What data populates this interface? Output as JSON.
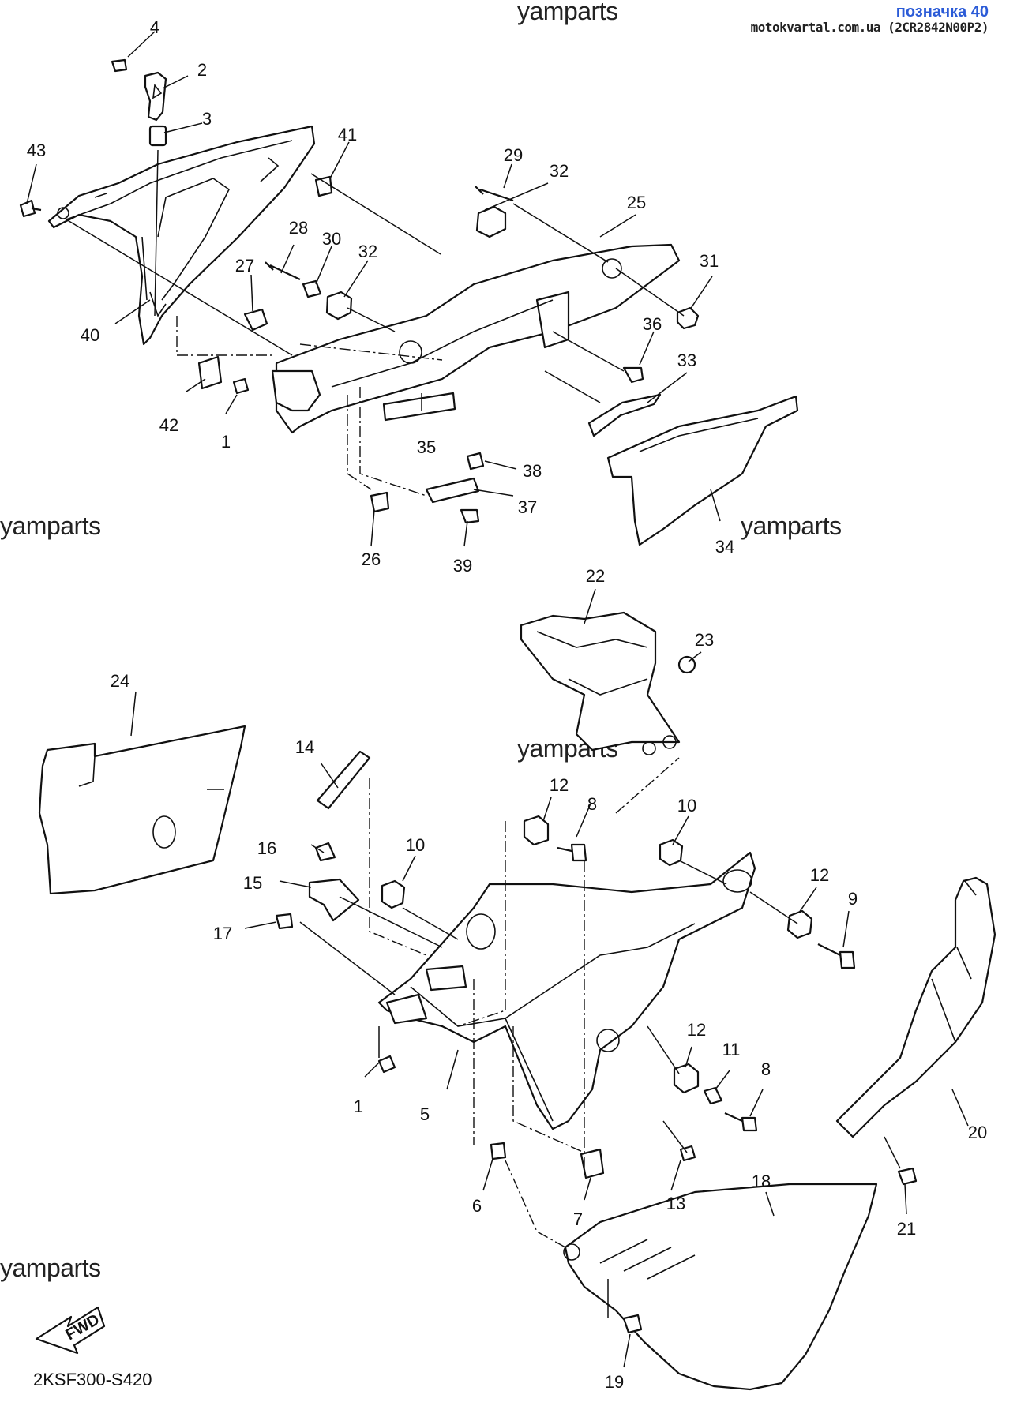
{
  "header": {
    "title": "позначка 40",
    "subtitle": "motokvartal.com.ua (2CR2842N00P2)"
  },
  "watermarks": [
    "yamparts",
    "yamparts",
    "yamparts",
    "yamparts",
    "yamparts",
    "yamparts"
  ],
  "diagram_code": "2KSF300-S420",
  "fwd_label": "FWD",
  "callouts": [
    "1",
    "2",
    "3",
    "4",
    "5",
    "6",
    "7",
    "8",
    "9",
    "10",
    "11",
    "12",
    "13",
    "14",
    "15",
    "16",
    "17",
    "18",
    "19",
    "20",
    "21",
    "22",
    "23",
    "24",
    "25",
    "26",
    "27",
    "28",
    "29",
    "30",
    "31",
    "32",
    "33",
    "34",
    "35",
    "36",
    "37",
    "38",
    "39",
    "40",
    "41",
    "42",
    "43"
  ]
}
